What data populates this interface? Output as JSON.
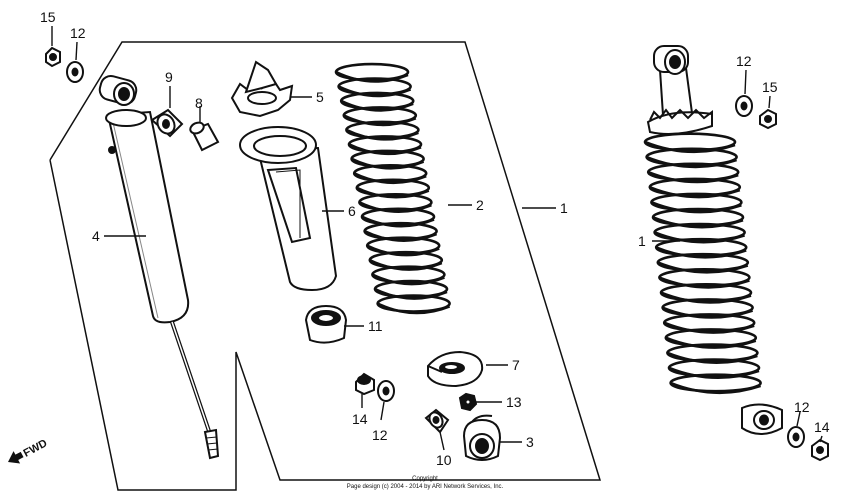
{
  "diagram": {
    "callouts": [
      {
        "id": "c1a",
        "text": "1"
      },
      {
        "id": "c1b",
        "text": "1"
      },
      {
        "id": "c2",
        "text": "2"
      },
      {
        "id": "c3",
        "text": "3"
      },
      {
        "id": "c4",
        "text": "4"
      },
      {
        "id": "c5",
        "text": "5"
      },
      {
        "id": "c6",
        "text": "6"
      },
      {
        "id": "c7",
        "text": "7"
      },
      {
        "id": "c8",
        "text": "8"
      },
      {
        "id": "c9",
        "text": "9"
      },
      {
        "id": "c10",
        "text": "10"
      },
      {
        "id": "c11",
        "text": "11"
      },
      {
        "id": "c12a",
        "text": "12"
      },
      {
        "id": "c12b",
        "text": "12"
      },
      {
        "id": "c12c",
        "text": "12"
      },
      {
        "id": "c12d",
        "text": "12"
      },
      {
        "id": "c13",
        "text": "13"
      },
      {
        "id": "c14a",
        "text": "14"
      },
      {
        "id": "c14b",
        "text": "14"
      },
      {
        "id": "c15a",
        "text": "15"
      },
      {
        "id": "c15b",
        "text": "15"
      }
    ],
    "fwd_label": "FWD",
    "copyright_line1": "Copyright",
    "copyright_line2": "Page design (c) 2004 - 2014 by ARI Network Services, Inc."
  },
  "colors": {
    "ink": "#111111",
    "paper": "#ffffff"
  }
}
